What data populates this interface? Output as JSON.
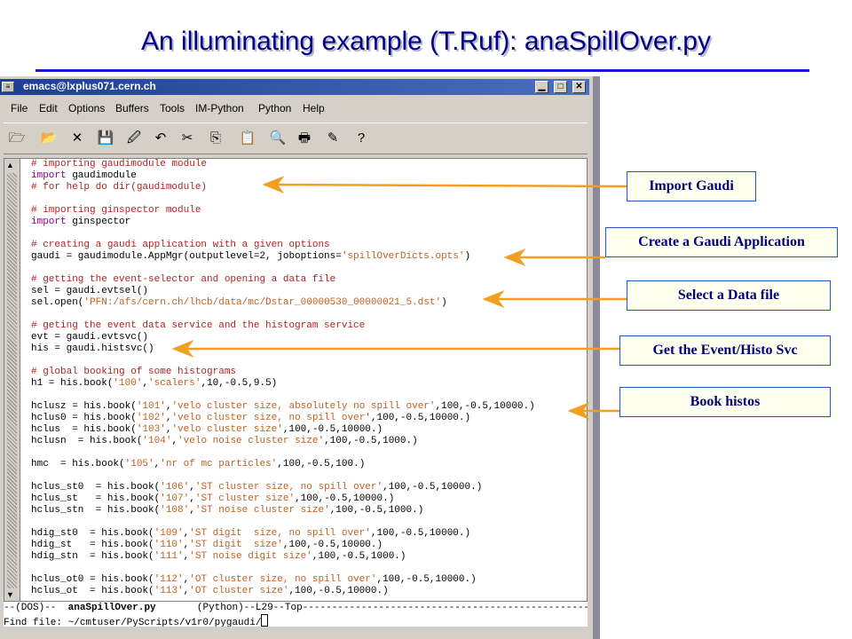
{
  "slide": {
    "title": "An illuminating example  (T.Ruf): anaSpillOver.py"
  },
  "window": {
    "title": "emacs@lxplus071.cern.ch",
    "buttons": {
      "minimize": "▁",
      "maximize": "□",
      "close": "✕"
    }
  },
  "menu": [
    "File",
    "Edit",
    "Options",
    "Buffers",
    "Tools",
    "IM-Python",
    "Python",
    "Help"
  ],
  "toolbar": [
    {
      "icon": "open-file-icon",
      "glyph": "🗁"
    },
    {
      "icon": "open-folder-icon",
      "glyph": "📂"
    },
    {
      "icon": "close-buffer-icon",
      "glyph": "✕"
    },
    {
      "icon": "save-icon",
      "glyph": "💾"
    },
    {
      "icon": "save-as-icon",
      "glyph": "🖉"
    },
    {
      "icon": "undo-icon",
      "glyph": "↶"
    },
    {
      "icon": "cut-icon",
      "glyph": "✂"
    },
    {
      "icon": "copy-icon",
      "glyph": "⎘"
    },
    {
      "icon": "paste-icon",
      "glyph": "📋"
    },
    {
      "icon": "search-icon",
      "glyph": "🔍"
    },
    {
      "icon": "print-icon",
      "glyph": "🖶"
    },
    {
      "icon": "customize-icon",
      "glyph": "✎"
    },
    {
      "icon": "help-icon",
      "glyph": "?"
    }
  ],
  "code_lines": [
    {
      "kind": "comment",
      "text": "# importing gaudimodule module"
    },
    {
      "kind": "import",
      "text": "import gaudimodule"
    },
    {
      "kind": "comment",
      "text": "# for help do dir(gaudimodule)"
    },
    {
      "kind": "blank",
      "text": ""
    },
    {
      "kind": "comment",
      "text": "# importing ginspector module"
    },
    {
      "kind": "import",
      "text": "import ginspector"
    },
    {
      "kind": "blank",
      "text": ""
    },
    {
      "kind": "comment",
      "text": "# creating a gaudi application with a given options"
    },
    {
      "kind": "code",
      "text": "gaudi = gaudimodule.AppMgr(outputlevel=2, joboptions='spillOverDicts.opts')"
    },
    {
      "kind": "blank",
      "text": ""
    },
    {
      "kind": "comment",
      "text": "# getting the event-selector and opening a data file"
    },
    {
      "kind": "code",
      "text": "sel = gaudi.evtsel()"
    },
    {
      "kind": "code",
      "text": "sel.open('PFN:/afs/cern.ch/lhcb/data/mc/Dstar_00000530_00000021_5.dst')"
    },
    {
      "kind": "blank",
      "text": ""
    },
    {
      "kind": "comment",
      "text": "# geting the event data service and the histogram service"
    },
    {
      "kind": "code",
      "text": "evt = gaudi.evtsvc()"
    },
    {
      "kind": "code",
      "text": "his = gaudi.histsvc()"
    },
    {
      "kind": "blank",
      "text": ""
    },
    {
      "kind": "comment",
      "text": "# global booking of some histograms"
    },
    {
      "kind": "code",
      "text": "h1 = his.book('100','scalers',10,-0.5,9.5)"
    },
    {
      "kind": "blank",
      "text": ""
    },
    {
      "kind": "code",
      "text": "hclusz = his.book('101','velo cluster size, absolutely no spill over',100,-0.5,10000.)"
    },
    {
      "kind": "code",
      "text": "hclus0 = his.book('102','velo cluster size, no spill over',100,-0.5,10000.)"
    },
    {
      "kind": "code",
      "text": "hclus  = his.book('103','velo cluster size',100,-0.5,10000.)"
    },
    {
      "kind": "code",
      "text": "hclusn  = his.book('104','velo noise cluster size',100,-0.5,1000.)"
    },
    {
      "kind": "blank",
      "text": ""
    },
    {
      "kind": "code",
      "text": "hmc  = his.book('105','nr of mc particles',100,-0.5,100.)"
    },
    {
      "kind": "blank",
      "text": ""
    },
    {
      "kind": "code",
      "text": "hclus_st0  = his.book('106','ST cluster size, no spill over',100,-0.5,10000.)"
    },
    {
      "kind": "code",
      "text": "hclus_st   = his.book('107','ST cluster size',100,-0.5,10000.)"
    },
    {
      "kind": "code",
      "text": "hclus_stn  = his.book('108','ST noise cluster size',100,-0.5,1000.)"
    },
    {
      "kind": "blank",
      "text": ""
    },
    {
      "kind": "code",
      "text": "hdig_st0  = his.book('109','ST digit  size, no spill over',100,-0.5,10000.)"
    },
    {
      "kind": "code",
      "text": "hdig_st   = his.book('110','ST digit  size',100,-0.5,10000.)"
    },
    {
      "kind": "code",
      "text": "hdig_stn  = his.book('111','ST noise digit size',100,-0.5,1000.)"
    },
    {
      "kind": "blank",
      "text": ""
    },
    {
      "kind": "code",
      "text": "hclus_ot0 = his.book('112','OT cluster size, no spill over',100,-0.5,10000.)"
    },
    {
      "kind": "code",
      "text": "hclus_ot  = his.book('113','OT cluster size',100,-0.5,10000.)"
    }
  ],
  "modeline": {
    "prefix": "--(DOS)--  ",
    "buffer": "anaSpillOver.py",
    "suffix": "       (Python)--L29--Top------------------------------------------------------"
  },
  "minibuffer": {
    "text": "Find file: ~/cmtuser/PyScripts/v1r0/pygaudi/"
  },
  "callouts": [
    {
      "label": "Import Gaudi"
    },
    {
      "label": "Create a Gaudi Application"
    },
    {
      "label": "Select a Data file"
    },
    {
      "label": "Get the Event/Histo Svc"
    },
    {
      "label": "Book histos"
    }
  ],
  "colors": {
    "title": "#000088",
    "callout_text": "#00007a",
    "arrow": "#f0a020",
    "rule": "#1a1acc"
  }
}
